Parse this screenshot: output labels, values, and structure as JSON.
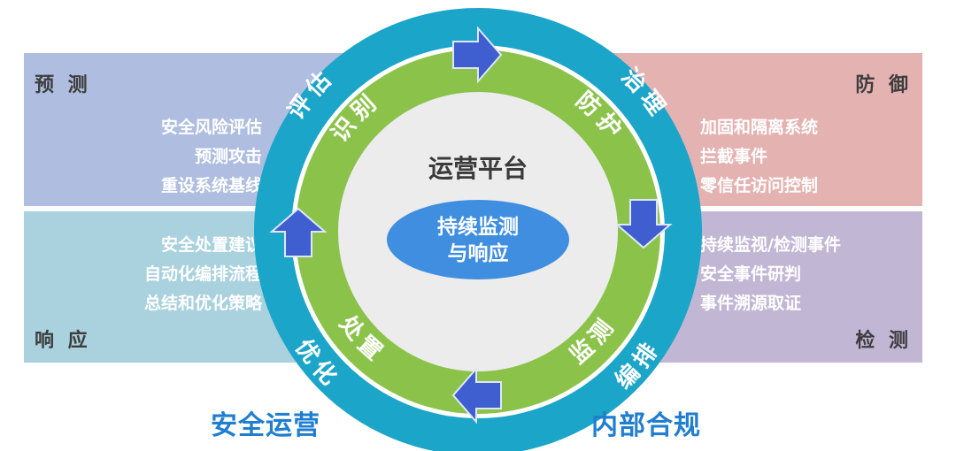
{
  "panels": {
    "predict": {
      "title": "预 测",
      "items": [
        "安全风险评估",
        "预测攻击",
        "重设系统基线"
      ]
    },
    "defend": {
      "title": "防 御",
      "items": [
        "加固和隔离系统",
        "拦截事件",
        "零信任访问控制"
      ]
    },
    "respond": {
      "title": "响 应",
      "items": [
        "安全处置建议",
        "自动化编排流程",
        "总结和优化策略"
      ]
    },
    "detect": {
      "title": "检 测",
      "items": [
        "持续监视/检测事件",
        "安全事件研判",
        "事件溯源取证"
      ]
    }
  },
  "outer_ring": {
    "assess": "评估",
    "govern": "治理",
    "orchestrate": "编排",
    "optimize": "优化"
  },
  "inner_ring": {
    "identify": "识别",
    "protect": "防护",
    "monitor": "监测",
    "handle": "处置"
  },
  "center": {
    "platform": "运营平台",
    "core_line1": "持续监测",
    "core_line2": "与响应"
  },
  "bottom": {
    "left": "安全运营",
    "right": "内部合规"
  },
  "colors": {
    "outer_ring": "#1ba5c9",
    "inner_ring": "#8bc34a",
    "center": "#ececec",
    "ellipse": "#3f8ee0",
    "arrow": "#3f5fd0"
  }
}
